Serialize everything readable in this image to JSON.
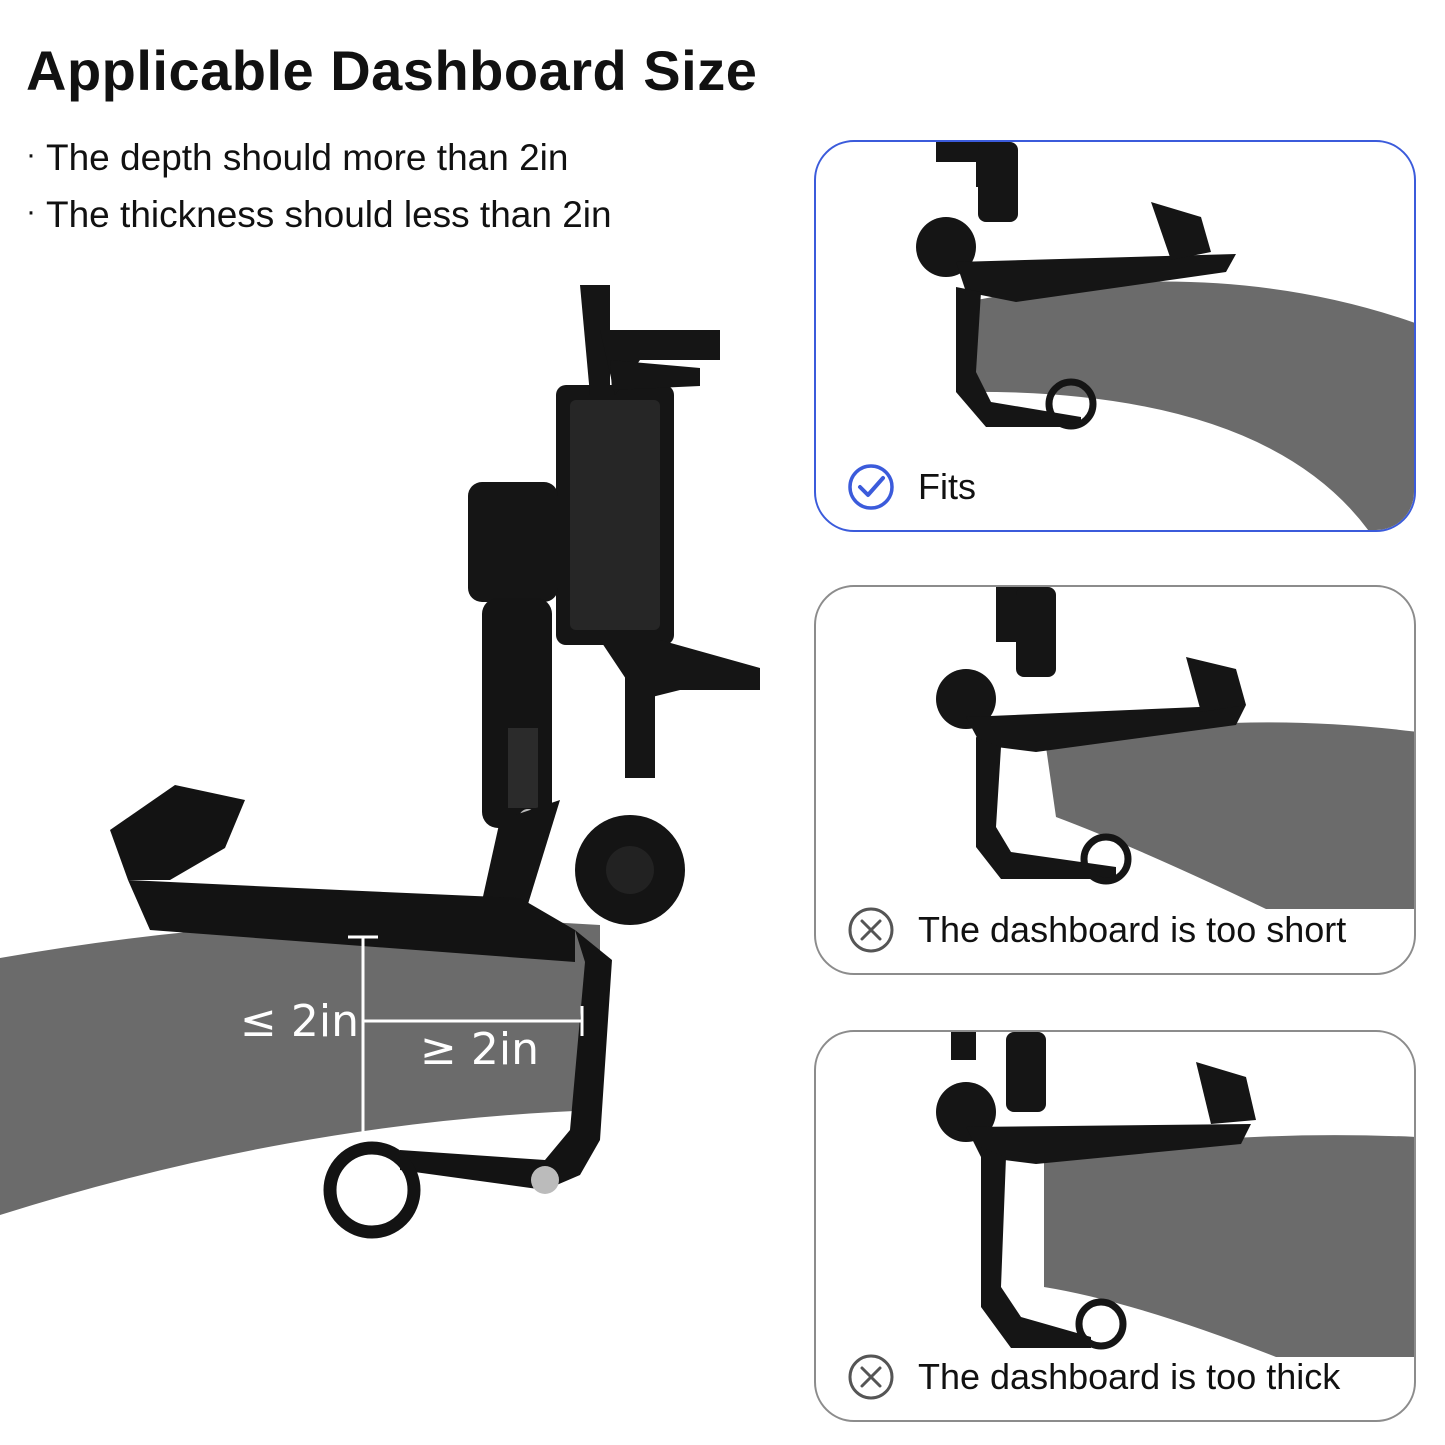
{
  "title": "Applicable Dashboard Size",
  "requirements": [
    "The depth should more than 2in",
    "The thickness should less than 2in"
  ],
  "bullet_glyph": "·",
  "dimensions": {
    "thickness_label": "≤ 2in",
    "depth_label": "≥ 2in"
  },
  "panels": [
    {
      "caption": "Fits",
      "status_icon": "check-circle-icon",
      "accent": "#3b5bdb"
    },
    {
      "caption": "The dashboard is too short",
      "status_icon": "cross-circle-icon",
      "accent": "#555555"
    },
    {
      "caption": "The dashboard is too thick",
      "status_icon": "cross-circle-icon",
      "accent": "#555555"
    }
  ],
  "colors": {
    "dashboard": "#6b6b6b",
    "mount": "#161616",
    "outline": "#8c8c8c",
    "fit_blue": "#3b5bdb"
  }
}
